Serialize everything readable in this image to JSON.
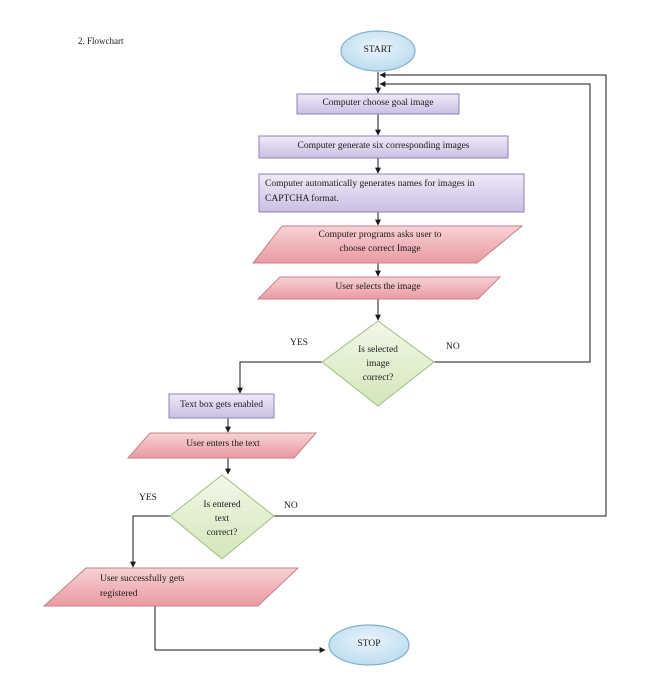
{
  "heading": "2. Flowchart",
  "nodes": {
    "start": "START",
    "choose_goal": "Computer choose goal image",
    "generate_six": "Computer generate six corresponding images",
    "generate_names_l1": "Computer automatically generates names for images in",
    "generate_names_l2": "CAPTCHA format.",
    "ask_user_l1": "Computer programs asks user to",
    "ask_user_l2": "choose correct Image",
    "user_selects": "User selects the image",
    "is_selected_l1": "Is selected",
    "is_selected_l2": "image",
    "is_selected_l3": "correct?",
    "textbox_enabled": "Text box gets enabled",
    "user_enters": "User enters the text",
    "is_entered_l1": "Is entered",
    "is_entered_l2": "text",
    "is_entered_l3": "correct?",
    "registered_l1": "User successfully gets",
    "registered_l2": "registered",
    "stop": "STOP"
  },
  "branches": {
    "d1_yes": "YES",
    "d1_no": "NO",
    "d2_yes": "YES",
    "d2_no": "NO"
  },
  "colors": {
    "terminal_fill": "#cfe6f3",
    "terminal_stroke": "#7fb0cf",
    "process_fill": "#ddd5ee",
    "process_stroke": "#8f82b5",
    "io_fill": "#f0b9bd",
    "io_stroke": "#c98088",
    "decision_fill": "#e4f0d2",
    "decision_stroke": "#9fbf7f"
  }
}
